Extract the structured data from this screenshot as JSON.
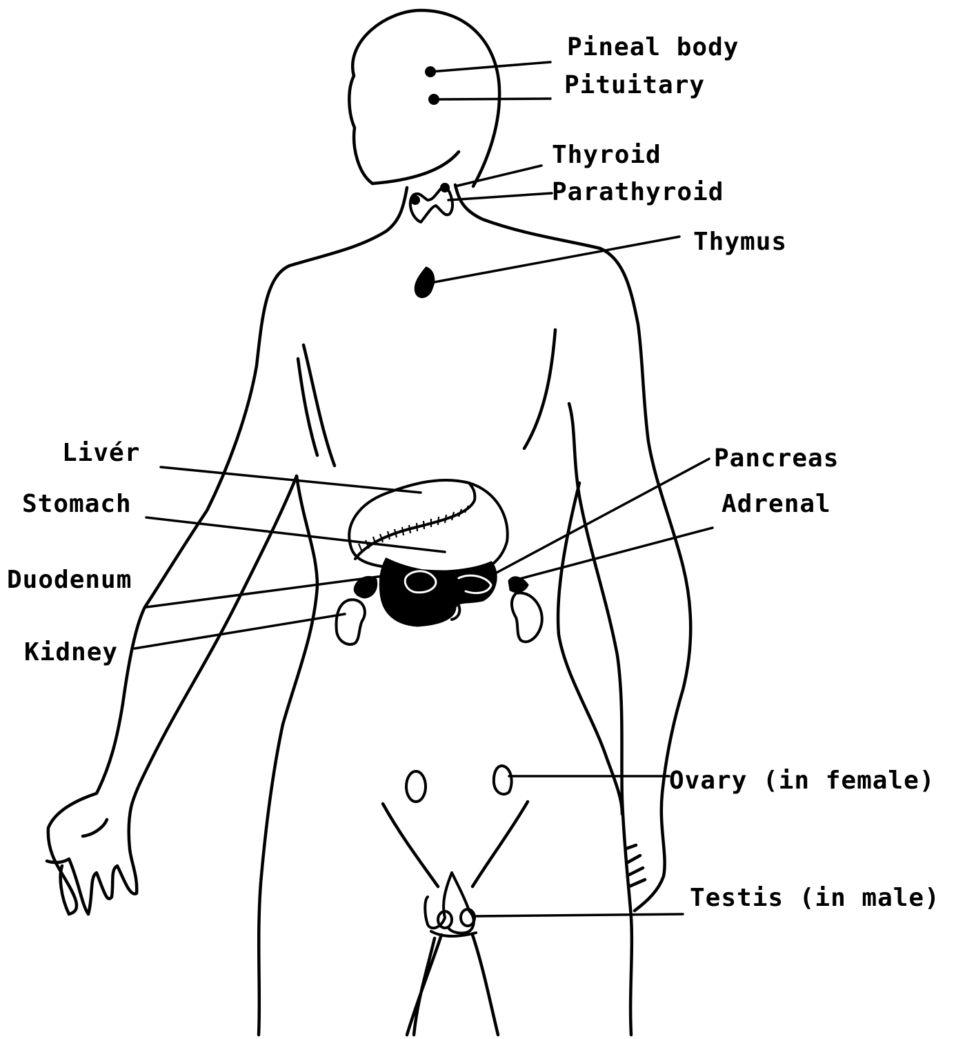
{
  "labels": {
    "pineal": "Pineal body",
    "pituitary": "Pituitary",
    "thyroid": "Thyroid",
    "parathyroid": "Parathyroid",
    "thymus": "Thymus",
    "liver": "Livér",
    "stomach": "Stomach",
    "duodenum": "Duodenum",
    "kidney": "Kidney",
    "pancreas": "Pancreas",
    "adrenal": "Adrenal",
    "ovary": "Ovary (in female)",
    "testis": "Testis (in male)"
  },
  "colors": {
    "ink": "#000000",
    "paper": "#ffffff"
  }
}
